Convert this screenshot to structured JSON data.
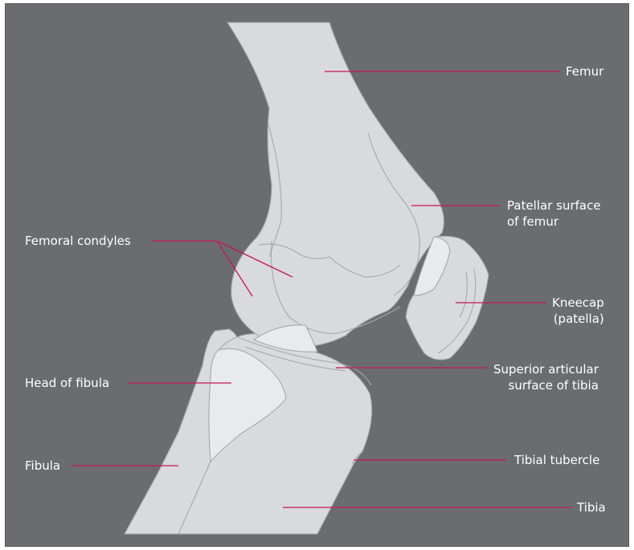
{
  "colors": {
    "background": "#6b6c70",
    "bone": "#d9dadb",
    "bone_highlight": "#e9eaeb",
    "bone_outline": "#a6a7aa",
    "leader_line": "#c2185b",
    "label_text": "#ffffff"
  },
  "labels": {
    "femur": "Femur",
    "patellar_surface": {
      "line1": "Patellar surface",
      "line2": "of femur"
    },
    "femoral_condyles": "Femoral condyles",
    "kneecap": {
      "line1": "Kneecap",
      "line2": "(patella)"
    },
    "head_of_fibula": "Head of fibula",
    "superior_articular": {
      "line1": "Superior articular",
      "line2": "surface of tibia"
    },
    "fibula": "Fibula",
    "tibial_tubercle": "Tibial tubercle",
    "tibia": "Tibia"
  }
}
